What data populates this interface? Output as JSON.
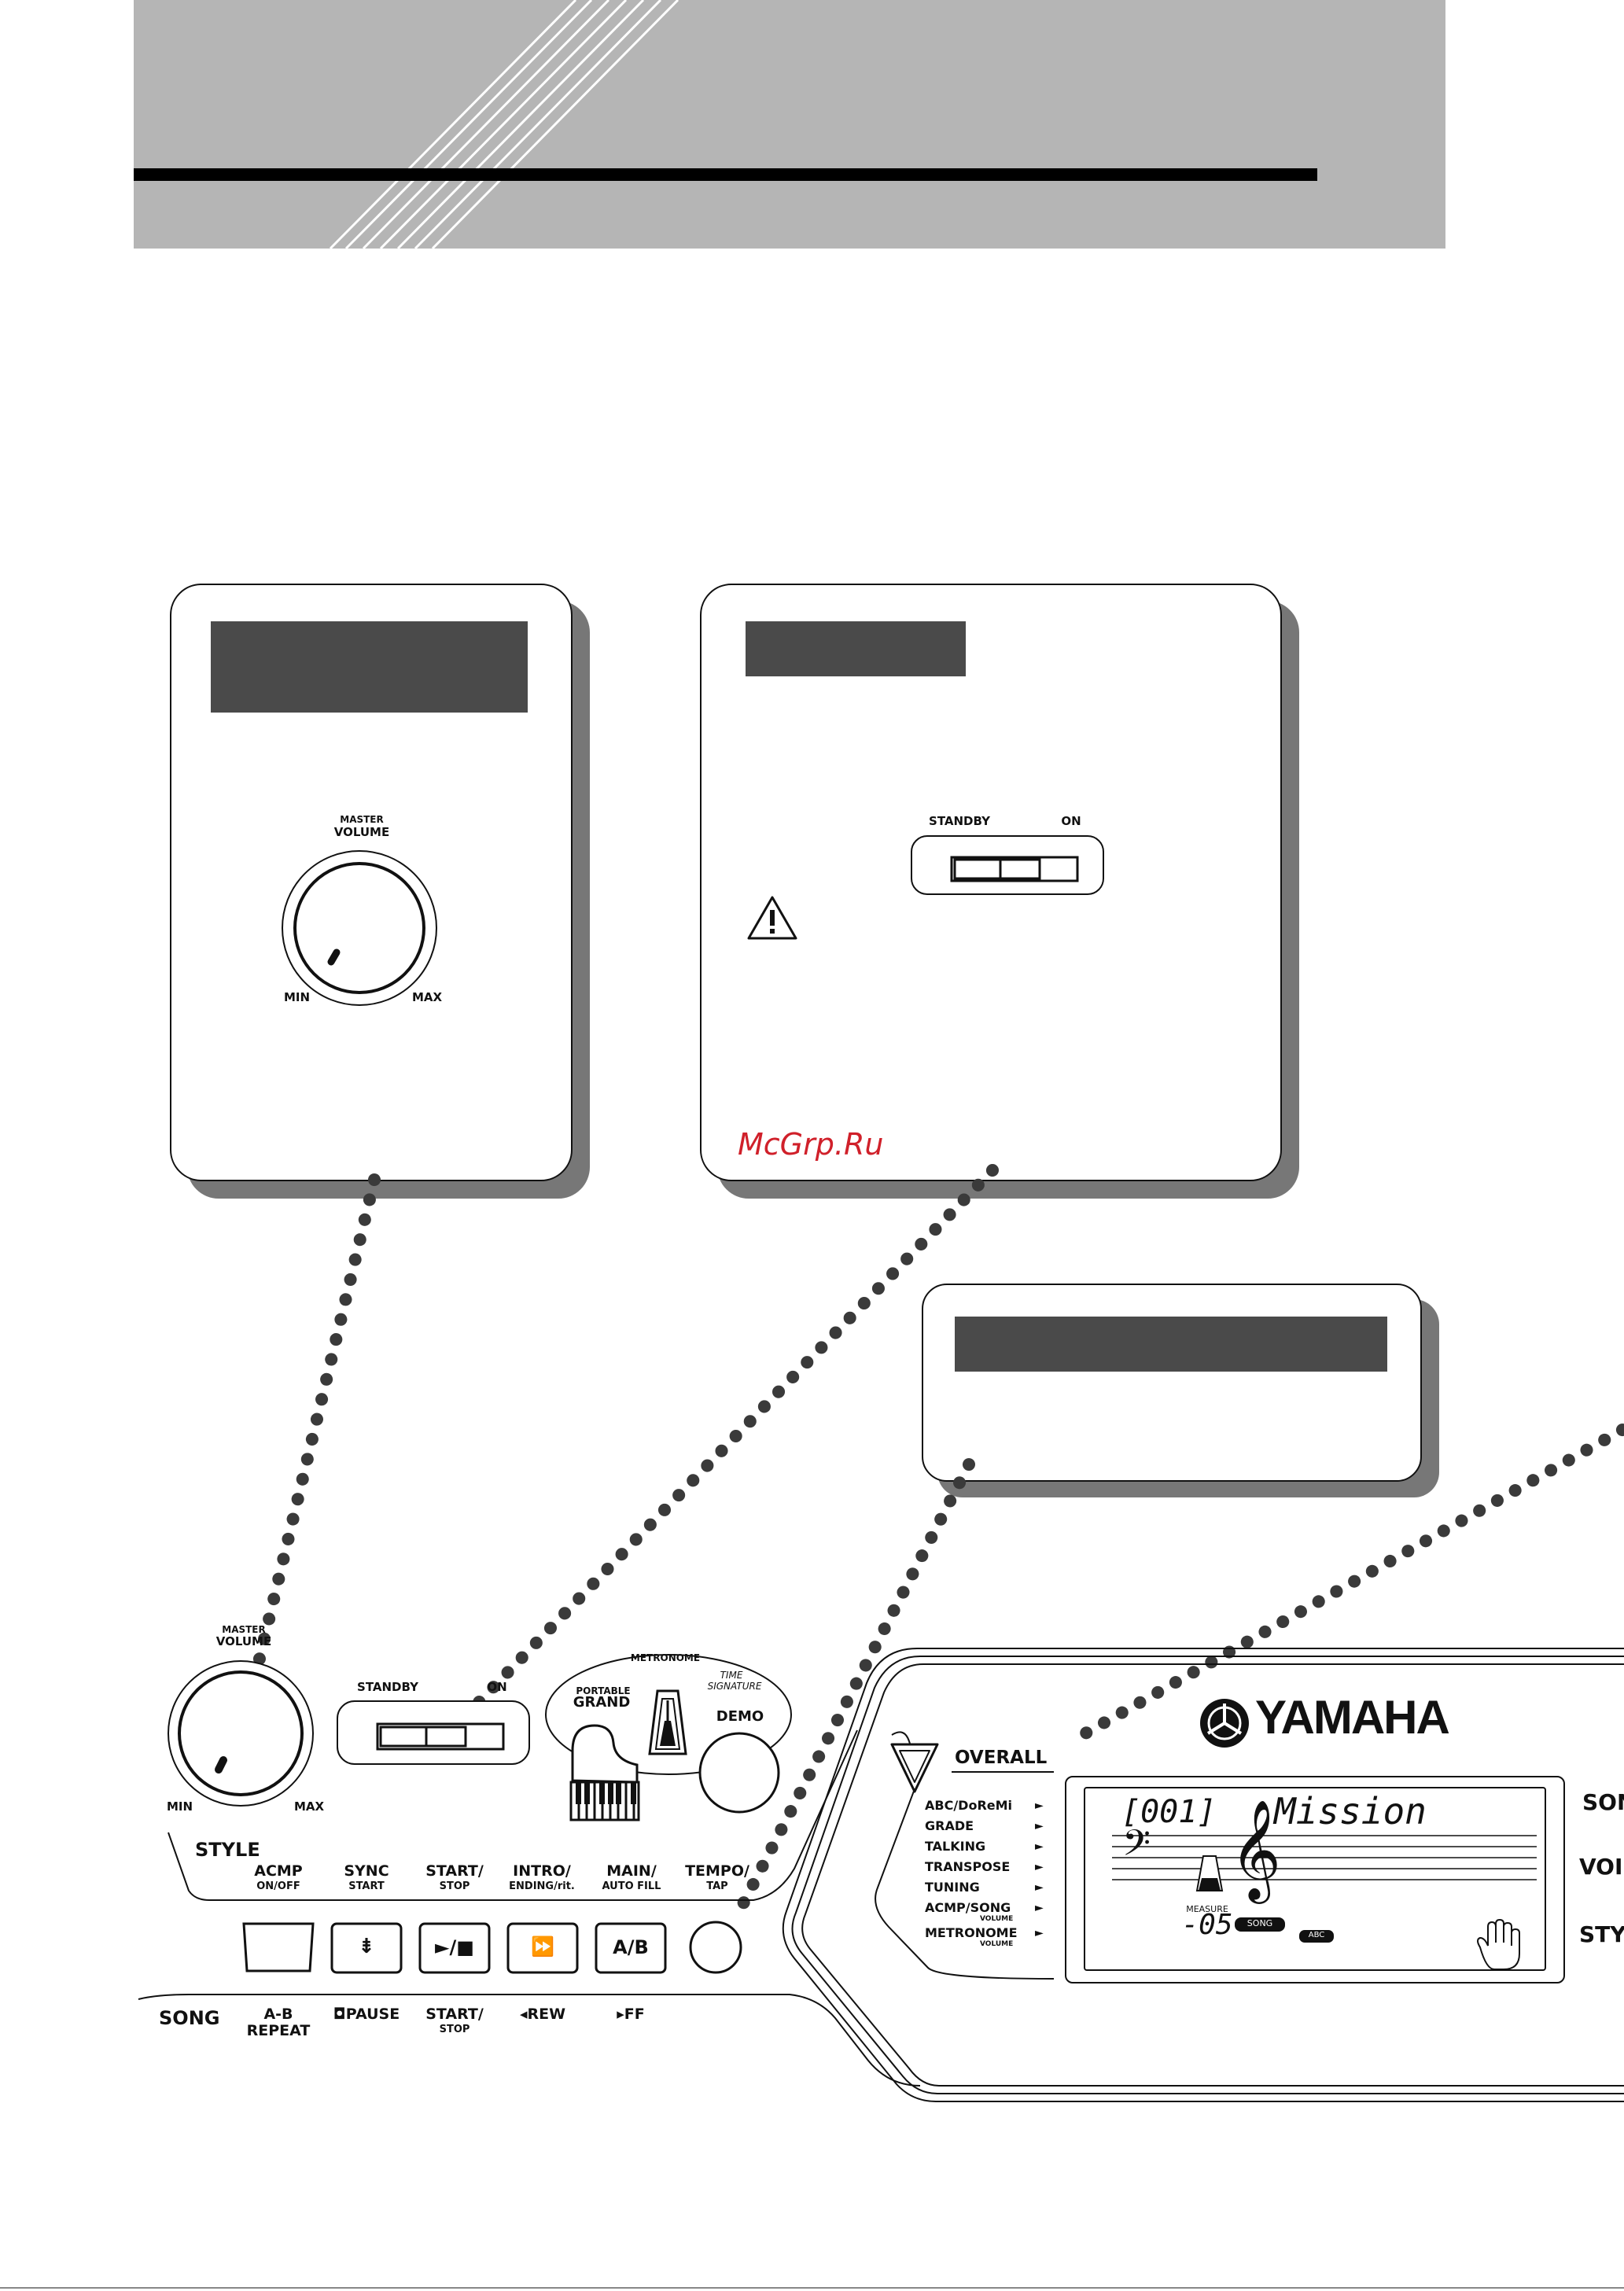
{
  "watermark": "McGrp.Ru",
  "volume_panel": {
    "label_top": "MASTER",
    "label_main": "VOLUME",
    "min": "MIN",
    "max": "MAX"
  },
  "power_panel": {
    "standby": "STANDBY",
    "on": "ON"
  },
  "keyboard": {
    "master": "MASTER",
    "volume": "VOLUME",
    "min": "MIN",
    "max": "MAX",
    "standby": "STANDBY",
    "on": "ON",
    "metronome": "METRONOME",
    "time_signature_1": "TIME",
    "time_signature_2": "SIGNATURE",
    "portable": "PORTABLE",
    "grand": "GRAND",
    "demo": "DEMO",
    "style": "STYLE",
    "song": "SONG",
    "style_buttons": [
      {
        "main": "ACMP",
        "sub": "ON/OFF"
      },
      {
        "main": "SYNC",
        "sub": "START"
      },
      {
        "main": "START/",
        "sub": "STOP"
      },
      {
        "main": "INTRO/",
        "sub": "ENDING/rit."
      },
      {
        "main": "MAIN/",
        "sub": "AUTO FILL"
      },
      {
        "main": "TEMPO/",
        "sub": "TAP"
      }
    ],
    "button_faces": [
      "",
      "⇟",
      "►/■",
      "⏩",
      "A/B"
    ],
    "song_buttons": [
      {
        "main": "A-B",
        "sub": "REPEAT"
      },
      {
        "main": "◘PAUSE",
        "sub": ""
      },
      {
        "main": "START/",
        "sub": "STOP"
      },
      {
        "main": "◂REW",
        "sub": ""
      },
      {
        "main": "▸FF",
        "sub": ""
      }
    ],
    "brand": "YAMAHA",
    "overall": "OVERALL",
    "menu": [
      {
        "main": "ABC/DoReMi",
        "sub": ""
      },
      {
        "main": "GRADE",
        "sub": ""
      },
      {
        "main": "TALKING",
        "sub": ""
      },
      {
        "main": "TRANSPOSE",
        "sub": ""
      },
      {
        "main": "TUNING",
        "sub": ""
      },
      {
        "main": "ACMP/SONG",
        "sub": "VOLUME"
      },
      {
        "main": "METRONOME",
        "sub": "VOLUME"
      }
    ],
    "lcd": {
      "number": "001",
      "name": "Mission",
      "measure_label": "MEASURE",
      "measure_value": "-05",
      "song_badge": "SONG",
      "abc_badge": "ABC"
    },
    "right_labels": [
      "SON",
      "VOI",
      "STY"
    ]
  }
}
